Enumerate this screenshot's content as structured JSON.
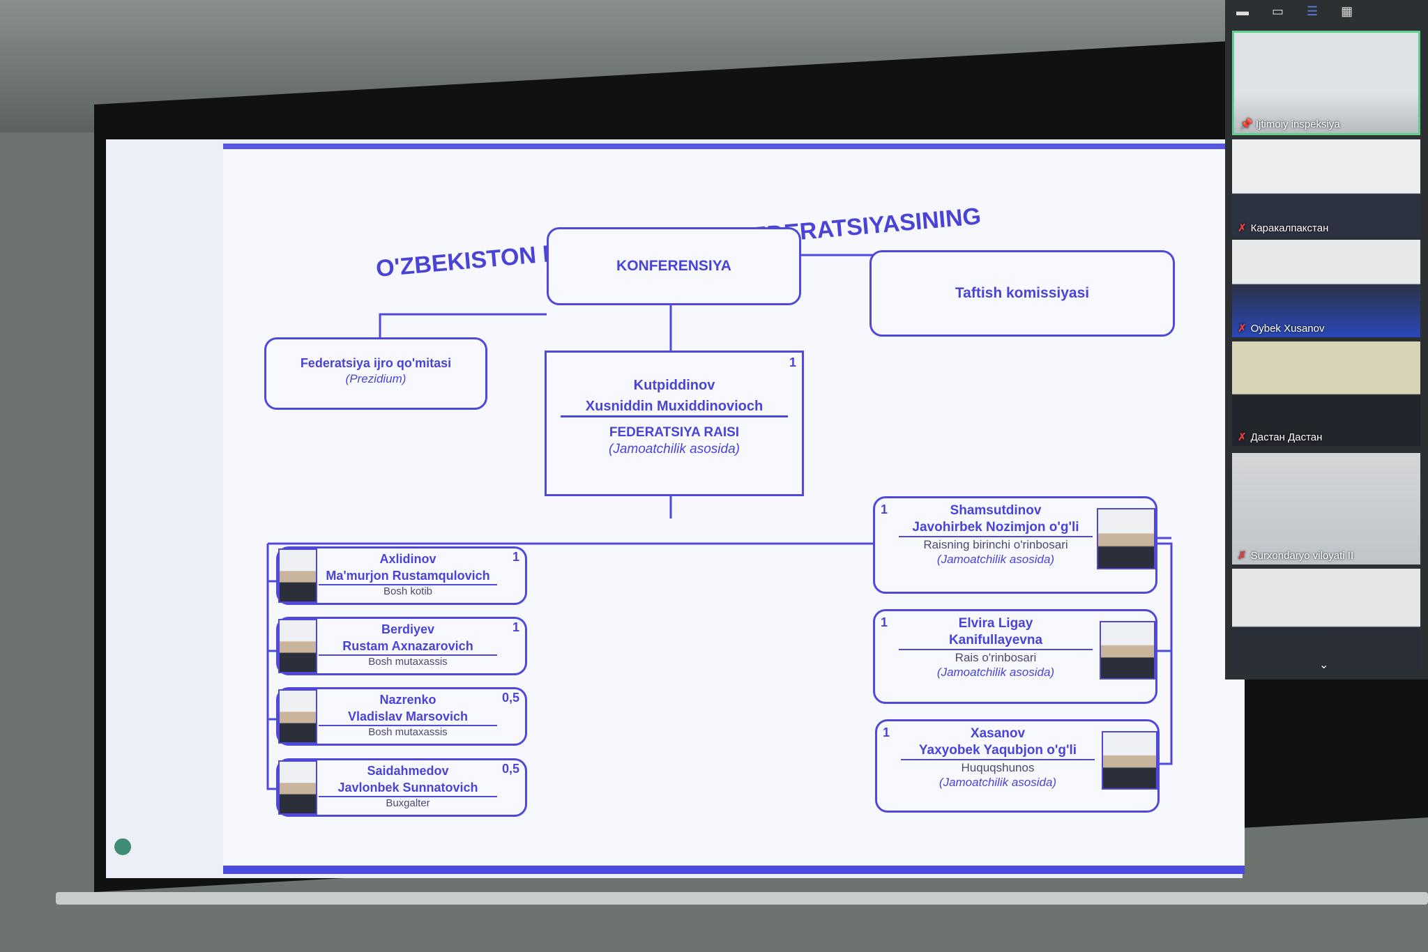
{
  "slide": {
    "title_line1": "O'ZBEKISTON KARLAR SPORT FEDERATSIYASINING",
    "title_line2": "TUZILMASI",
    "konferensiya": "KONFERENSIYA",
    "taftish": "Taftish komissiyasi",
    "ijro": {
      "line1": "Federatsiya ijro qo'mitasi",
      "line2": "(Prezidium)"
    },
    "chairman": {
      "surname": "Kutpiddinov",
      "name": "Xusniddin Muxiddinovioch",
      "role": "FEDERATSIYA RAISI",
      "note": "(Jamoatchilik asosida)",
      "rate": "1"
    },
    "left_staff": [
      {
        "surname": "Axlidinov",
        "name": "Ma'murjon Rustamqulovich",
        "role": "Bosh kotib",
        "rate": "1"
      },
      {
        "surname": "Berdiyev",
        "name": "Rustam Axnazarovich",
        "role": "Bosh mutaxassis",
        "rate": "1"
      },
      {
        "surname": "Nazrenko",
        "name": "Vladislav Marsovich",
        "role": "Bosh mutaxassis",
        "rate": "0,5"
      },
      {
        "surname": "Saidahmedov",
        "name": "Javlonbek Sunnatovich",
        "role": "Buxgalter",
        "rate": "0,5"
      }
    ],
    "right_staff": [
      {
        "surname": "Shamsutdinov",
        "name": "Javohirbek Nozimjon o'g'li",
        "role": "Raisning birinchi o'rinbosari",
        "note": "(Jamoatchilik asosida)",
        "rate": "1"
      },
      {
        "surname": "Elvira Ligay",
        "name": "Kanifullayevna",
        "role": "Rais o'rinbosari",
        "note": "(Jamoatchilik asosida)",
        "rate": "1"
      },
      {
        "surname": "Xasanov",
        "name": "Yaxyobek Yaqubjon o'g'li",
        "role": "Huquqshunos",
        "note": "(Jamoatchilik asosida)",
        "rate": "1"
      }
    ]
  },
  "video_panel": {
    "participants": [
      "Ijtimoiy inspeksiya",
      "Каракалпакстан",
      "Oybek Xusanov",
      "Дастан Дастан",
      "Surxondaryo viloyati II",
      ""
    ]
  },
  "colors": {
    "accent": "#4f48d8",
    "active_speaker": "#5fd08a"
  }
}
